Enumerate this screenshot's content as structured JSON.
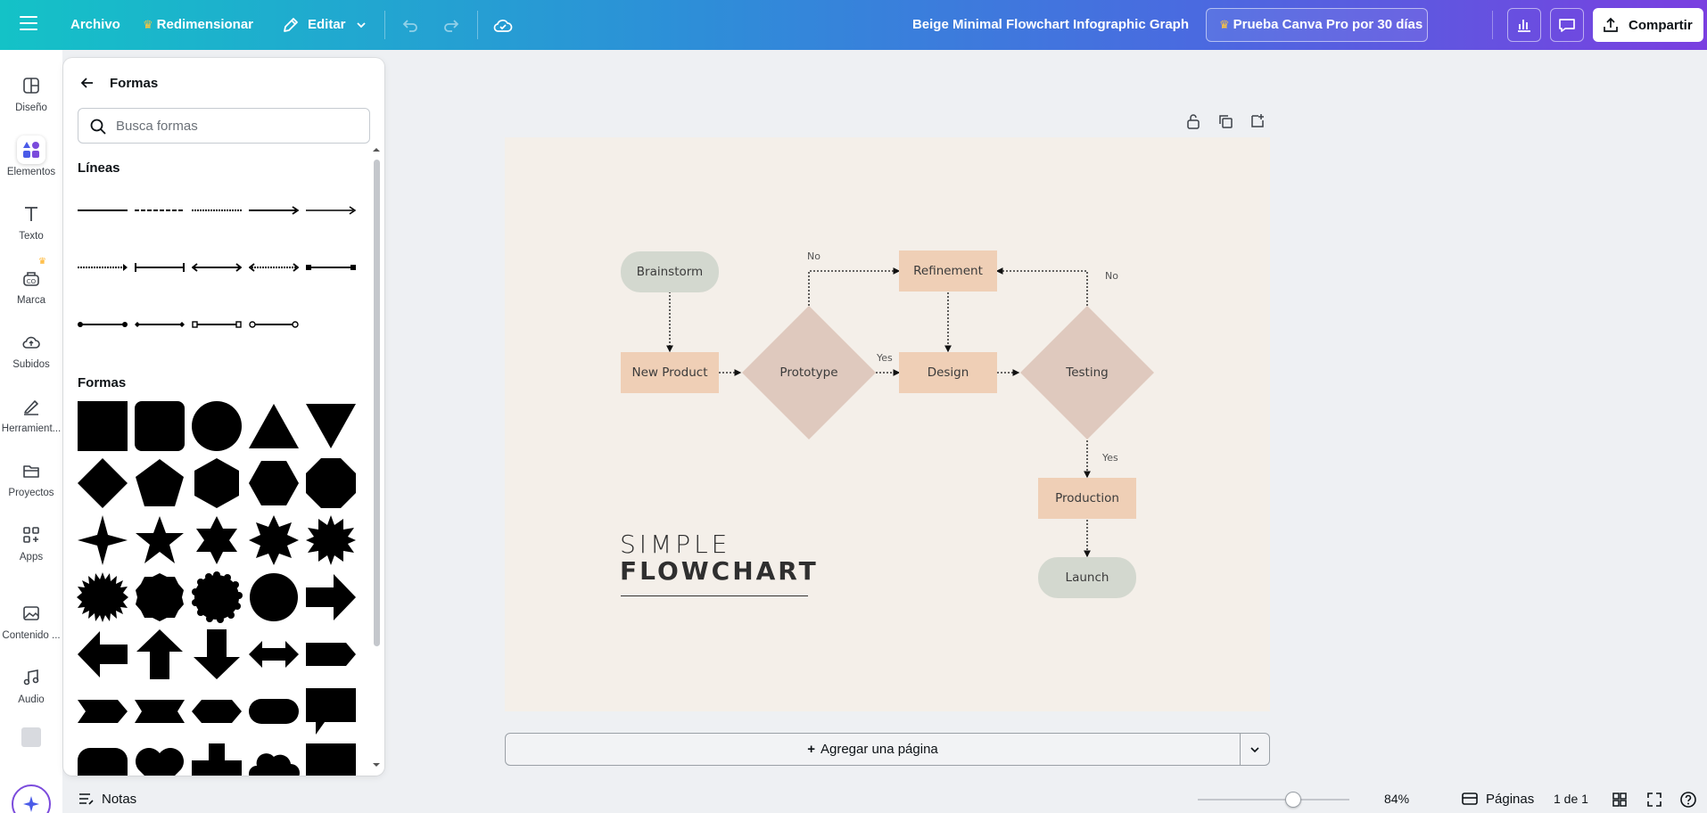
{
  "topbar": {
    "file_label": "Archivo",
    "resize_label": "Redimensionar",
    "edit_label": "Editar",
    "doc_title": "Beige Minimal Flowchart Infographic Graph",
    "pro_label": "Prueba Canva Pro por 30 días",
    "share_label": "Compartir",
    "brand_color": "#2d8fd8"
  },
  "rail": {
    "items": [
      {
        "label": "Diseño",
        "icon": "layout-icon"
      },
      {
        "label": "Elementos",
        "icon": "elements-icon"
      },
      {
        "label": "Texto",
        "icon": "text-icon"
      },
      {
        "label": "Marca",
        "icon": "brand-icon"
      },
      {
        "label": "Subidos",
        "icon": "upload-cloud-icon"
      },
      {
        "label": "Herramient...",
        "icon": "pen-tool-icon"
      },
      {
        "label": "Proyectos",
        "icon": "folder-icon"
      },
      {
        "label": "Apps",
        "icon": "apps-grid-icon"
      },
      {
        "label": "Contenido ...",
        "icon": "image-icon"
      },
      {
        "label": "Audio",
        "icon": "music-note-icon"
      }
    ]
  },
  "panel": {
    "title": "Formas",
    "search_placeholder": "Busca formas",
    "lines_heading": "Líneas",
    "shapes_heading": "Formas"
  },
  "canvas": {
    "nodes": {
      "brainstorm": "Brainstorm",
      "new_product": "New Product",
      "prototype": "Prototype",
      "refinement": "Refinement",
      "design": "Design",
      "testing": "Testing",
      "production": "Production",
      "launch": "Launch"
    },
    "edge_labels": {
      "no_top": "No",
      "no_right": "No",
      "yes_mid": "Yes",
      "yes_down": "Yes"
    },
    "heading_light": "SIMPLE",
    "heading_bold": "FLOWCHART",
    "page_bg": "#f4efe9",
    "pill_color": "#d3d8cf",
    "rect_color": "#efcfb6",
    "diamond_color": "#dfc9be"
  },
  "add_page_label": "Agregar una página",
  "bottombar": {
    "notes_label": "Notas",
    "zoom_label": "84%",
    "pages_label": "Páginas",
    "page_count": "1 de 1"
  }
}
